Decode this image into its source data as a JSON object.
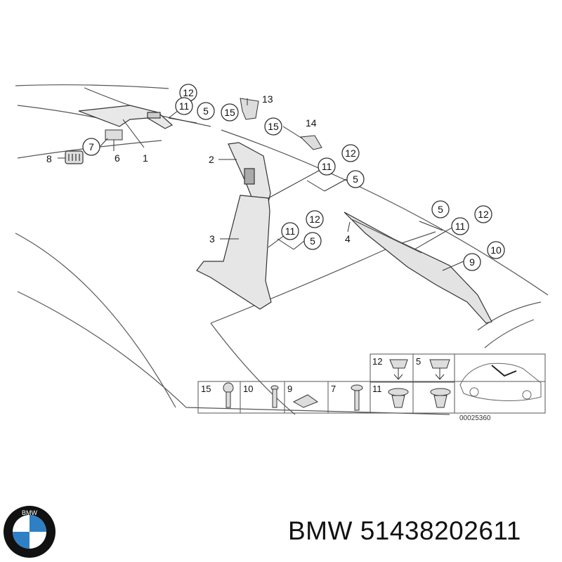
{
  "diagram": {
    "callouts": {
      "c12_top": "12",
      "c11_top": "11",
      "c5_top": "5",
      "c7": "7",
      "c15_top": "15",
      "c15_mid": "15",
      "c12_mid": "12",
      "c11_mid": "11",
      "c5_mid": "5",
      "c12_low": "12",
      "c11_low": "11",
      "c5_low": "5",
      "c5_right": "5",
      "c12_right": "12",
      "c11_right": "11",
      "c9": "9",
      "c10": "10"
    },
    "labels": {
      "l13": "13",
      "l14": "14",
      "l8": "8",
      "l6": "6",
      "l1": "1",
      "l2": "2",
      "l3": "3",
      "l4": "4"
    },
    "legend": {
      "cells": [
        "15",
        "10",
        "9",
        "7",
        "11",
        "12",
        "5"
      ],
      "ref_number": "00025360"
    }
  },
  "brand": {
    "logo_letters": "BMW",
    "part_text": "BMW 51438202611"
  },
  "colors": {
    "line": "#333333",
    "part_fill": "#e6e6e6",
    "logo_blue": "#2f7fc4",
    "logo_ring": "#111111"
  }
}
